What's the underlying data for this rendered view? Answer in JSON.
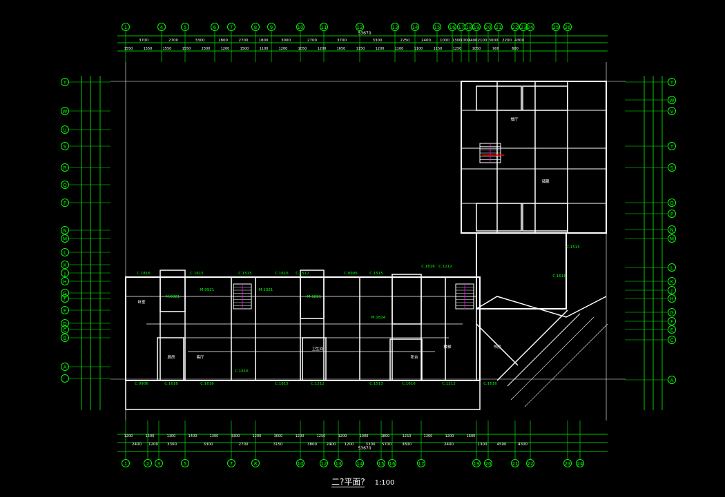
{
  "drawing": {
    "title": "二?平面?",
    "scale": "1:100",
    "total_dim": "53670"
  },
  "axes_top": [
    "1",
    "4",
    "5",
    "6",
    "7",
    "8",
    "9",
    "10",
    "11",
    "12",
    "13",
    "14",
    "15",
    "16",
    "17",
    "18",
    "19",
    "20",
    "21",
    "22",
    "23",
    "24",
    "25",
    "26"
  ],
  "axes_bottom": [
    "1",
    "2",
    "3",
    "5",
    "7",
    "8",
    "10",
    "12",
    "13",
    "14",
    "15",
    "16",
    "17",
    "19",
    "20",
    "21",
    "22",
    "23",
    "24"
  ],
  "axes_left": [
    "Y",
    "W",
    "U",
    "S",
    "R",
    "Q",
    "P",
    "N",
    "M",
    "L",
    "K",
    "J",
    "H",
    "G",
    "F",
    "E",
    "D",
    "C",
    "B",
    "A"
  ],
  "axes_right": [
    "Y",
    "W",
    "V",
    "T",
    "S",
    "Q",
    "P",
    "N",
    "M",
    "L",
    "K",
    "J",
    "H",
    "G",
    "F",
    "E",
    "C",
    "A"
  ],
  "dims_top_row1": [
    "3700",
    "2700",
    "3300",
    "1800",
    "2700",
    "1800",
    "3000",
    "2700",
    "3700",
    "3300",
    "2250",
    "2400",
    "1000",
    "1300",
    "1000",
    "2400",
    "2100",
    "3000",
    "2200",
    "4300"
  ],
  "dims_top_row2": [
    "1550",
    "1550",
    "1550",
    "1550",
    "2300",
    "1200",
    "1500",
    "1100",
    "1200",
    "1050",
    "1200",
    "1650",
    "1150",
    "1200",
    "1100",
    "1100",
    "1150",
    "1250",
    "1050",
    "900",
    "600"
  ],
  "dims_bottom_row1": [
    "2400",
    "1200",
    "3300",
    "3300",
    "2700",
    "3150",
    "3800",
    "2400",
    "1200",
    "3300",
    "5700",
    "3800",
    "2400",
    "1300",
    "4500",
    "4300"
  ],
  "dims_bottom_row2": [
    "1200",
    "1500",
    "1300",
    "1400",
    "1300",
    "3300",
    "1200",
    "3000",
    "1200",
    "1250",
    "1200",
    "1000",
    "1800",
    "1250",
    "1300",
    "1200",
    "1600"
  ],
  "windows": [
    "C.1816",
    "C.1615",
    "C.1515",
    "C.1616",
    "C.1512",
    "C.0906",
    "C.1515",
    "C.1616",
    "C.1212",
    "C.0906",
    "C.1616",
    "C.1616",
    "C.1616",
    "C.1815",
    "C.1212",
    "C.1513",
    "C.1616",
    "C.1212",
    "C.1616",
    "C.1616",
    "C.1515"
  ],
  "doors": [
    "M.0821",
    "M.0921",
    "M.1021",
    "M.1821",
    "M.1824"
  ],
  "rooms": [
    "卧室",
    "客厅",
    "厨房",
    "卫生间",
    "阳台",
    "楼梯",
    "书房",
    "餐厅",
    "储藏"
  ],
  "colors": {
    "wall": "#ffffff",
    "axis": "#00ff00",
    "dim": "#ffffff",
    "label": "#00ff00",
    "stair": "#ff0000",
    "accent": "#ff00ff"
  }
}
